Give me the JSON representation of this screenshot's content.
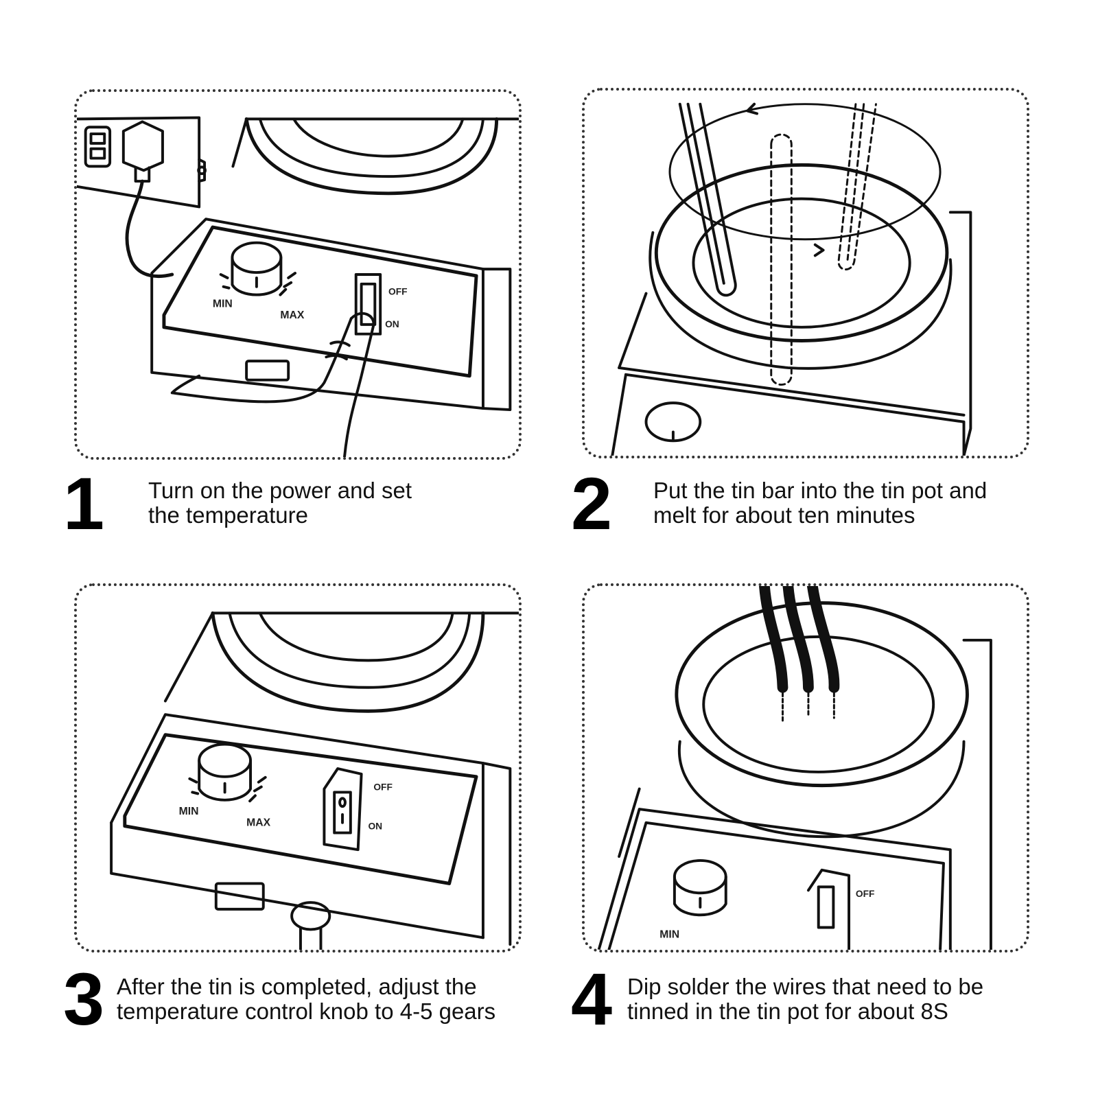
{
  "steps": [
    {
      "number": "1",
      "line1": "Turn on the power and set",
      "line2": "the temperature"
    },
    {
      "number": "2",
      "line1": "Put the tin bar into the tin pot and",
      "line2": "melt for about ten minutes"
    },
    {
      "number": "3",
      "line1": "After the tin is completed, adjust the",
      "line2": "temperature control knob to 4-5 gears"
    },
    {
      "number": "4",
      "line1": "Dip solder the wires that need to be",
      "line2": "tinned in the tin pot for about 8S"
    }
  ],
  "dial_labels": {
    "min": "MIN",
    "max": "MAX",
    "off": "OFF",
    "on": "ON"
  },
  "colors": {
    "line": "#111111",
    "border": "#333333",
    "background": "#ffffff"
  }
}
